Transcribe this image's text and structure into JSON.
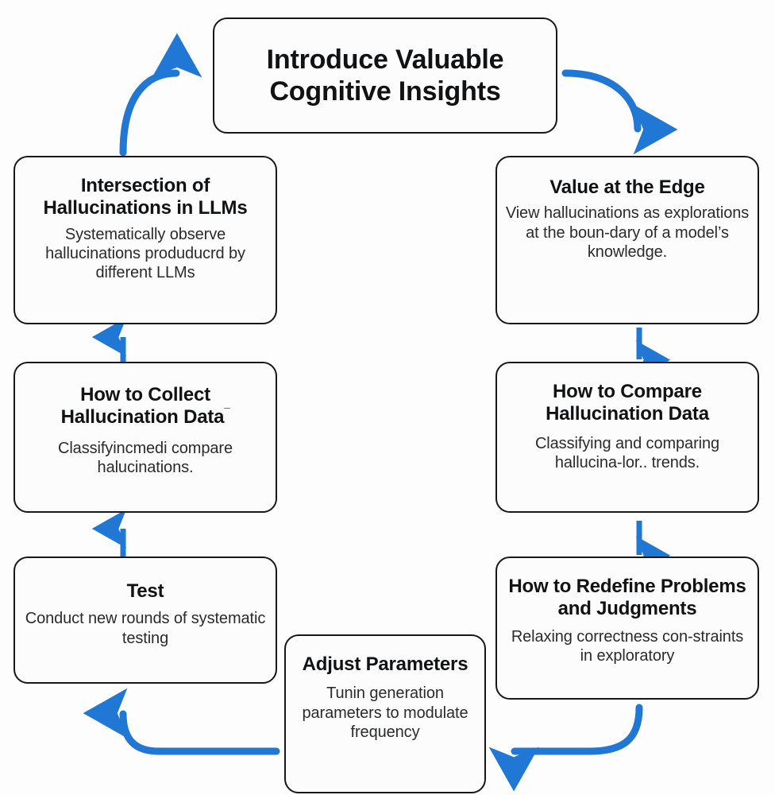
{
  "diagram": {
    "type": "cycle-flowchart",
    "accent_color": "#2178d4",
    "border_color": "#17181a",
    "background_color": "#fdfdfd",
    "nodes": {
      "top": {
        "title": "Introduce Valuable Cognitive Insights",
        "body": ""
      },
      "left_1": {
        "title": "Intersection of Hallucinations in LLMs",
        "body": "Systematically observe hallucinations produducrd by different LLMs"
      },
      "left_2": {
        "title": "How to Collect Hallucination Data",
        "title_sup": "¯",
        "body": "Classifyincmedi compare halucinations."
      },
      "left_3": {
        "title": "Test",
        "body": "Conduct new rounds of systematic testing"
      },
      "right_1": {
        "title": "Value at the Edge",
        "body": "View hallucinations as explorations at the boun-dary of a model’s knowledge."
      },
      "right_2": {
        "title": "How to Compare Hallucination Data",
        "body": "Classifying and comparing hallucina-lor.. trends."
      },
      "right_3": {
        "title": "How to Redefine Problems and Judgments",
        "body": "Relaxing correctness con-straints in exploratory"
      },
      "bottom": {
        "title": "Adjust Parameters",
        "body": "Tunin generation parameters to modulate frequency"
      }
    },
    "arrows": [
      {
        "name": "left-1-to-top",
        "style": "curved",
        "direction": "up-right"
      },
      {
        "name": "top-to-right-1",
        "style": "curved",
        "direction": "down-right"
      },
      {
        "name": "right-1-to-right-2",
        "style": "straight",
        "direction": "down"
      },
      {
        "name": "right-2-to-right-3",
        "style": "straight",
        "direction": "down"
      },
      {
        "name": "right-3-to-bottom",
        "style": "curved",
        "direction": "left"
      },
      {
        "name": "bottom-to-left-3",
        "style": "curved",
        "direction": "up-left"
      },
      {
        "name": "left-3-to-left-2",
        "style": "straight",
        "direction": "up"
      },
      {
        "name": "left-2-to-left-1",
        "style": "straight",
        "direction": "up"
      }
    ]
  }
}
